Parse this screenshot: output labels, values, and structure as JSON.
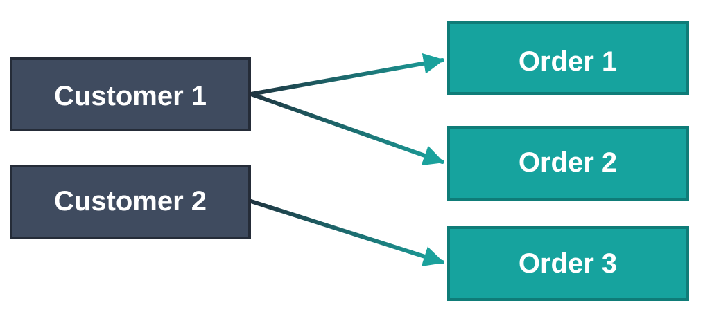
{
  "colors": {
    "customer_fill": "#3f4b5f",
    "customer_border": "#252c38",
    "order_fill": "#16a39e",
    "order_border": "#0f7c78",
    "edge_start": "#1f3440",
    "edge_end": "#1aa19c",
    "text": "#ffffff"
  },
  "customers": [
    {
      "label": "Customer 1"
    },
    {
      "label": "Customer 2"
    }
  ],
  "orders": [
    {
      "label": "Order 1"
    },
    {
      "label": "Order 2"
    },
    {
      "label": "Order 3"
    }
  ],
  "relationships": [
    {
      "from": "Customer 1",
      "to": "Order 1"
    },
    {
      "from": "Customer 1",
      "to": "Order 2"
    },
    {
      "from": "Customer 2",
      "to": "Order 3"
    }
  ]
}
